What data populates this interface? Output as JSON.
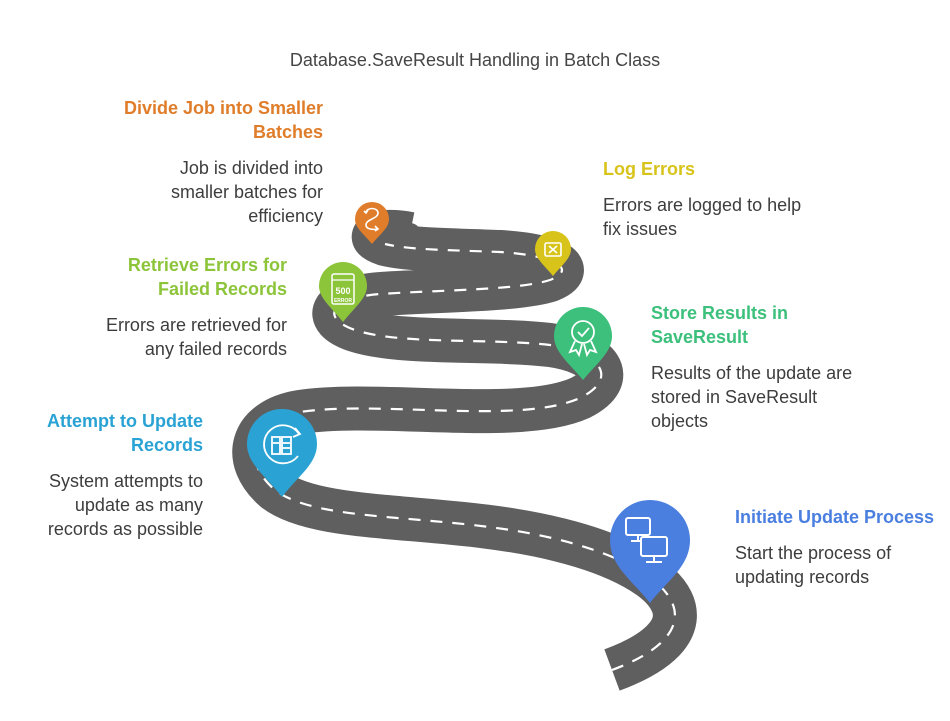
{
  "title": "Database.SaveResult Handling in Batch Class",
  "colors": {
    "road": "#5f5f5f",
    "road_dash": "#ffffff",
    "initiate": "#4a7fe0",
    "attempt": "#2aa3d4",
    "store": "#3cc07c",
    "retrieve": "#8cc43a",
    "log": "#d8c31a",
    "divide": "#e07d2a"
  },
  "steps": {
    "initiate": {
      "heading": "Initiate Update Process",
      "text": "Start the process of updating records",
      "icon": "computers-icon"
    },
    "attempt": {
      "heading": "Attempt to Update Records",
      "text": "System attempts to update as many records as possible",
      "icon": "refresh-records-icon"
    },
    "store": {
      "heading": "Store Results in SaveResult",
      "text": "Results of the update are stored in SaveResult objects",
      "icon": "badge-check-icon"
    },
    "retrieve": {
      "heading": "Retrieve Errors for Failed Records",
      "text": "Errors are retrieved for any failed records",
      "icon": "server-error-icon",
      "badge": "500",
      "badge_sub": "ERROR"
    },
    "log": {
      "heading": "Log Errors",
      "text": "Errors are logged to help fix issues",
      "icon": "close-box-icon"
    },
    "divide": {
      "heading": "Divide Job into Smaller Batches",
      "text": "Job is divided into smaller batches for efficiency",
      "icon": "split-path-icon"
    }
  }
}
